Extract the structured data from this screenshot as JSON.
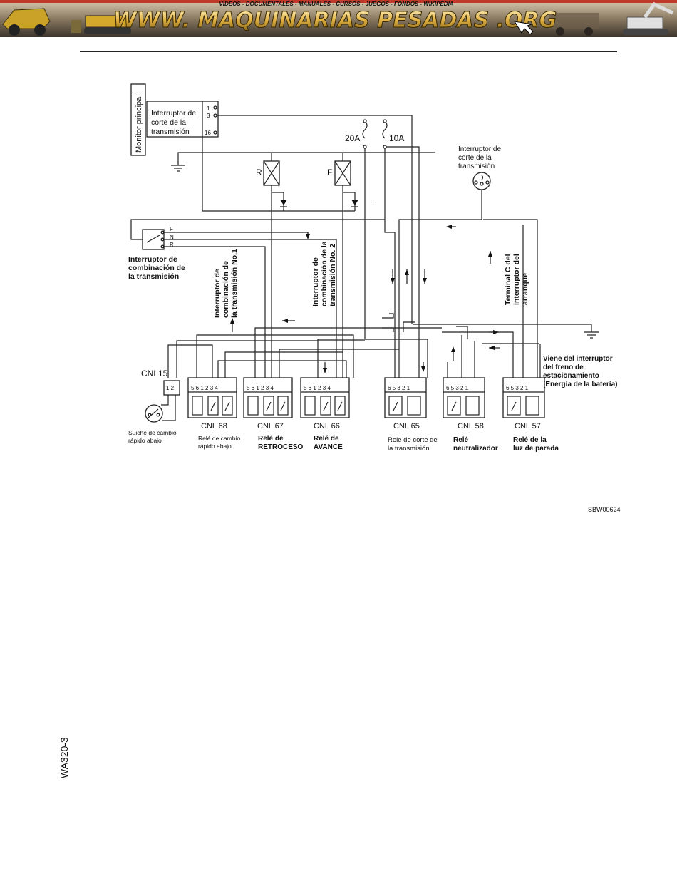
{
  "banner": {
    "subtitle": "VIDEOS - DOCUMENTALES - MANUALES - CURSOS - JUEGOS - FONDOS - WIKIPEDIA",
    "title": "WWW. MAQUINARIAS PESADAS .ORG"
  },
  "diagram": {
    "monitor": "Monitor principal",
    "cut_switch_box": [
      "Interruptor de",
      "corte de la",
      "transmisión"
    ],
    "monitor_pins": [
      "1",
      "3",
      "16"
    ],
    "fuse1": "20A",
    "fuse2": "10A",
    "relay_r": "R",
    "relay_f": "F",
    "cut_switch_right": [
      "Interruptor de",
      "corte de la",
      "transmisión"
    ],
    "combo_switch": [
      "Interruptor de",
      "combinación de",
      "la transmisión"
    ],
    "combo_fnr": [
      "F",
      "N",
      "R"
    ],
    "combo1_vertical": [
      "Interruptor de",
      "combinación de",
      "la transmisión No.1"
    ],
    "combo2_vertical": [
      "Interruptor de",
      "combinación de la",
      "transmisión No. 2"
    ],
    "terminal_c": [
      "Terminal C del",
      "interruptor del",
      "arranque"
    ],
    "parking_brake": [
      "Viene del interruptor",
      "del freno de",
      "estacionamiento",
      "(Energía de la batería)"
    ],
    "cnl15": "CNL15",
    "cnl15_pins": "1 2",
    "kickdown_switch": [
      "Suiche de cambio",
      "rápido abajo"
    ],
    "relays": [
      {
        "id": "CNL 68",
        "pins": "5 6 1 2 3 4",
        "desc": [
          "Relé de cambio",
          "rápido abajo"
        ]
      },
      {
        "id": "CNL 67",
        "pins": "5 6 1 2 3 4",
        "desc": [
          "Relé de",
          "RETROCESO"
        ]
      },
      {
        "id": "CNL 66",
        "pins": "5 6 1 2 3 4",
        "desc": [
          "Relé de",
          "AVANCE"
        ]
      },
      {
        "id": "CNL 65",
        "pins": "6 5 3 2 1",
        "desc": [
          "Relé de corte de",
          "la transmisión"
        ]
      },
      {
        "id": "CNL 58",
        "pins": "6 5 3 2 1",
        "desc": [
          "Relé",
          "neutralizador"
        ]
      },
      {
        "id": "CNL 57",
        "pins": "6 5 3 2 1",
        "desc": [
          "Relé de la",
          "luz de parada"
        ]
      }
    ]
  },
  "ref_code": "SBW00624",
  "side_label": "WA320-3"
}
